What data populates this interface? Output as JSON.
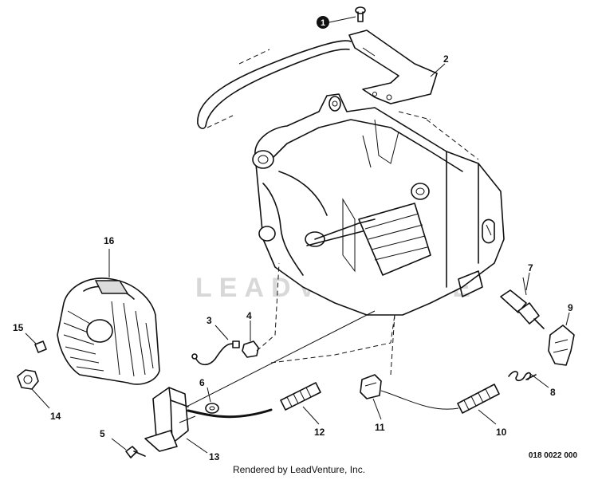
{
  "watermark": "LEADVENTURE",
  "footer": {
    "rendered_by": "Rendered by LeadVenture, Inc."
  },
  "drawing_code": "018 0022 000",
  "callouts": {
    "c1": "1",
    "c2": "2",
    "c3": "3",
    "c4": "4",
    "c5": "5",
    "c6": "6",
    "c7": "7",
    "c8": "8",
    "c9": "9",
    "c10": "10",
    "c11": "11",
    "c12": "12",
    "c13": "13",
    "c14": "14",
    "c15": "15",
    "c16": "16"
  },
  "colors": {
    "line": "#111111",
    "watermark": "#d8d8d8",
    "background": "#ffffff"
  }
}
